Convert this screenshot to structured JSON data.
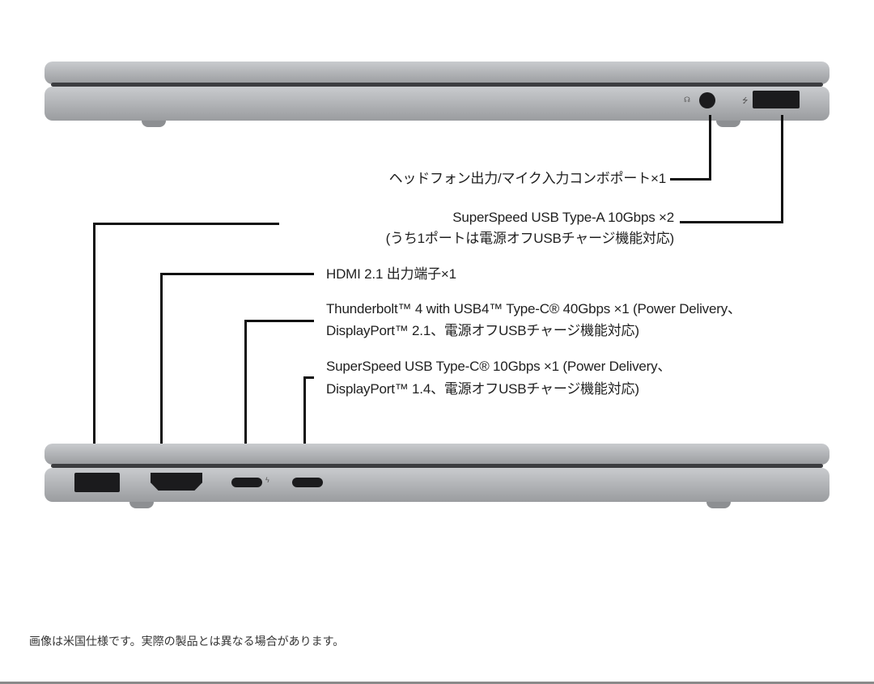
{
  "diagram": {
    "subject": "Laptop side-port diagram",
    "top_view": {
      "ports": [
        {
          "id": "audio-jack",
          "label": "ヘッドフォン出力/マイク入力コンボポート×1"
        },
        {
          "id": "usb-a-right",
          "label_line1": "SuperSpeed USB Type-A 10Gbps ×2",
          "label_line2": "(うち1ポートは電源オフUSBチャージ機能対応)"
        }
      ]
    },
    "bottom_view": {
      "ports": [
        {
          "id": "hdmi",
          "label": "HDMI 2.1 出力端子×1"
        },
        {
          "id": "thunderbolt",
          "label_line1": "Thunderbolt™ 4 with USB4™ Type-C® 40Gbps ×1 (Power Delivery、",
          "label_line2": "DisplayPort™ 2.1、電源オフUSBチャージ機能対応)"
        },
        {
          "id": "usb-c",
          "label_line1": "SuperSpeed USB Type-C® 10Gbps ×1 (Power Delivery、",
          "label_line2": "DisplayPort™ 1.4、電源オフUSBチャージ機能対応)"
        }
      ]
    },
    "icons": {
      "headphone": "☊",
      "usb": "⭍",
      "thunderbolt": "ϟ"
    },
    "footnote": "画像は米国仕様です。実際の製品とは異なる場合があります。",
    "colors": {
      "chassis": "#b4b6b9",
      "seam": "#3c3d40",
      "port": "#1b1b1d",
      "line": "#111111"
    }
  }
}
